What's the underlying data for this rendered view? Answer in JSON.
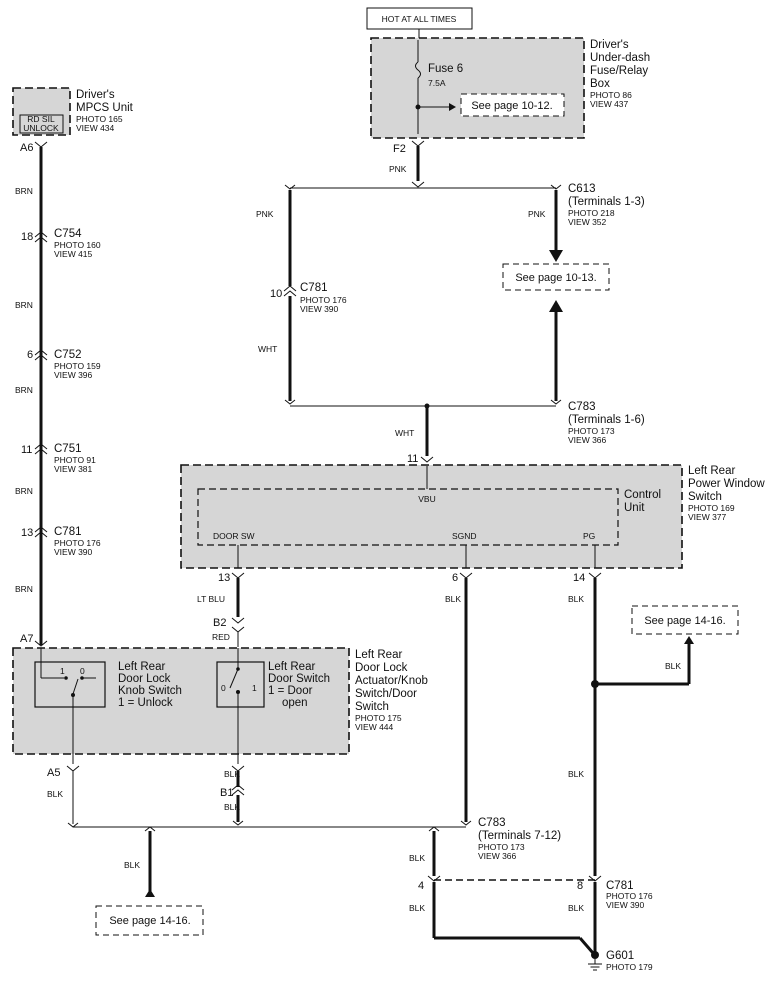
{
  "hot": "HOT AT ALL TIMES",
  "fusebox": {
    "name1": "Driver's",
    "name2": "Under-dash",
    "name3": "Fuse/Relay",
    "name4": "Box",
    "photo": "PHOTO 86",
    "view": "VIEW 437",
    "fuse": "Fuse 6",
    "rating": "7.5A",
    "see": "See page 10-12.",
    "pin": "F2"
  },
  "mpcs": {
    "name1": "Driver's",
    "name2": "MPCS Unit",
    "photo": "PHOTO 165",
    "view": "VIEW 434",
    "inner1": "RD SIL",
    "inner2": "UNLOCK",
    "pin": "A6"
  },
  "leftconn": [
    {
      "pin": "18",
      "name": "C754",
      "photo": "PHOTO 160",
      "view": "VIEW 415"
    },
    {
      "pin": "6",
      "name": "C752",
      "photo": "PHOTO 159",
      "view": "VIEW 396"
    },
    {
      "pin": "11",
      "name": "C751",
      "photo": "PHOTO 91",
      "view": "VIEW 381"
    },
    {
      "pin": "13",
      "name": "C781",
      "photo": "PHOTO 176",
      "view": "VIEW 390"
    }
  ],
  "colors": {
    "brn": "BRN",
    "pnk": "PNK",
    "wht": "WHT",
    "ltblu": "LT BLU",
    "red": "RED",
    "blk": "BLK"
  },
  "c613": {
    "name": "C613",
    "term": "(Terminals 1-3)",
    "photo": "PHOTO 218",
    "view": "VIEW 352"
  },
  "see1013": "See page 10-13.",
  "c781mid": {
    "pin": "10",
    "name": "C781",
    "photo": "PHOTO 176",
    "view": "VIEW 390"
  },
  "c783top": {
    "name": "C783",
    "term": "(Terminals 1-6)",
    "photo": "PHOTO 173",
    "view": "VIEW 366"
  },
  "pw": {
    "pin11": "11",
    "name1": "Left Rear",
    "name2": "Power Window",
    "name3": "Switch",
    "photo": "PHOTO 169",
    "view": "VIEW 377",
    "cu1": "Control",
    "cu2": "Unit",
    "vbu": "VBU",
    "doorsw": "DOOR SW",
    "sgnd": "SGND",
    "pg": "PG",
    "pin13": "13",
    "pin6": "6",
    "pin14": "14"
  },
  "see1416": "See page 14-16.",
  "lock": {
    "b2": "B2",
    "a7": "A7",
    "name1": "Left Rear",
    "name2": "Door Lock",
    "name3": "Actuator/Knob",
    "name4": "Switch/Door",
    "name5": "Switch",
    "photo": "PHOTO 175",
    "view": "VIEW 444",
    "ks1": "Left Rear",
    "ks2": "Door Lock",
    "ks3": "Knob Switch",
    "ks4": "1 = Unlock",
    "ds1": "Left Rear",
    "ds2": "Door Switch",
    "ds3": "1 = Door",
    "ds4": "open",
    "n1": "1",
    "n0": "0",
    "a5": "A5",
    "b1": "B1"
  },
  "c783bot": {
    "name": "C783",
    "term": "(Terminals 7-12)",
    "photo": "PHOTO 173",
    "view": "VIEW 366"
  },
  "c781bot": {
    "pin4": "4",
    "pin8": "8",
    "name": "C781",
    "photo": "PHOTO 176",
    "view": "VIEW 390"
  },
  "g601": {
    "name": "G601",
    "photo": "PHOTO 179"
  }
}
